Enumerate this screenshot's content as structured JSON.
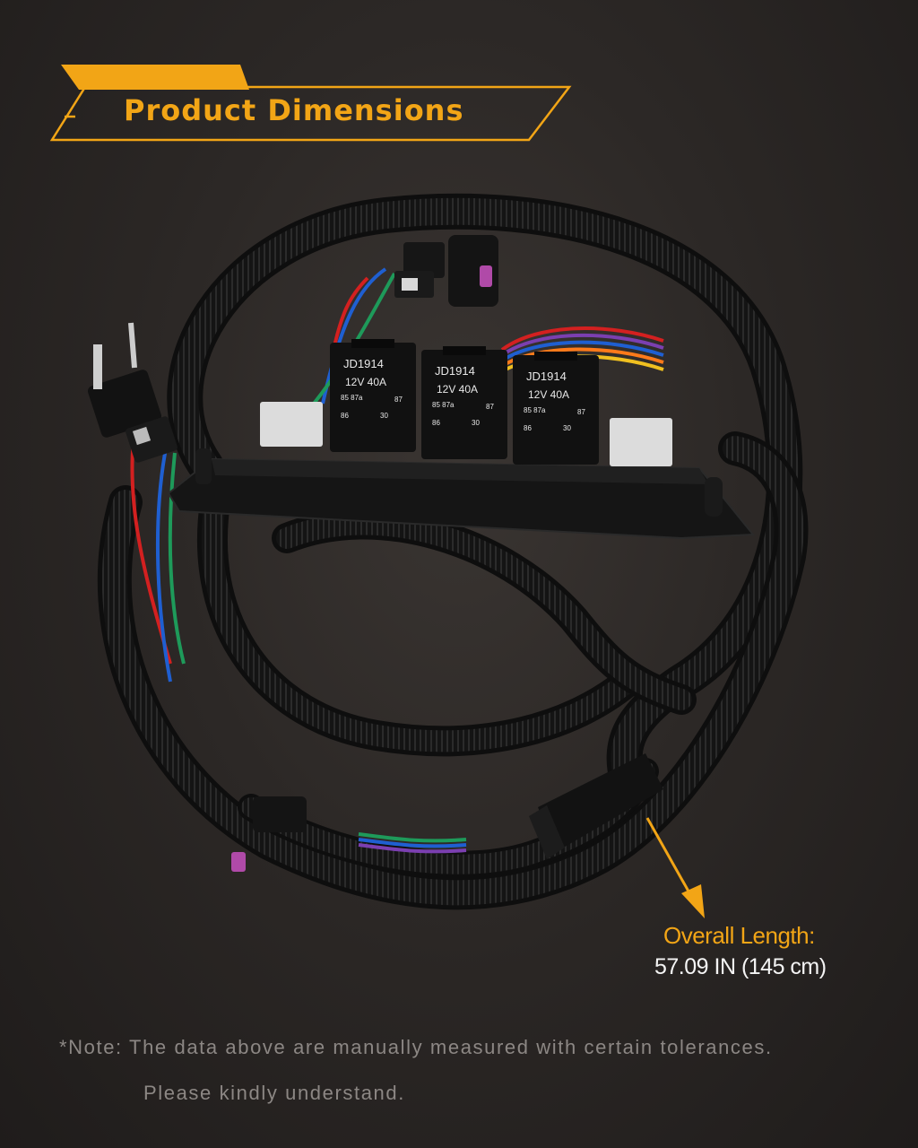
{
  "header": {
    "title": "Product Dimensions",
    "accent_color": "#f2a516"
  },
  "product": {
    "relays": [
      {
        "model": "JD1914",
        "rating": "12V  40A",
        "pins_top": "85 87a",
        "pin_87": "87",
        "pin_86": "86",
        "pin_30": "30"
      },
      {
        "model": "JD1914",
        "rating": "12V  40A",
        "pins_top": "85 87a",
        "pin_87": "87",
        "pin_86": "86",
        "pin_30": "30"
      },
      {
        "model": "JD1914",
        "rating": "12V  40A",
        "pins_top": "85 87a",
        "pin_87": "87",
        "pin_86": "86",
        "pin_30": "30"
      }
    ],
    "wire_colors": [
      "#d32020",
      "#1f5fd1",
      "#1e9a5a",
      "#f0c020",
      "#7b3fb0",
      "#ff7a1a"
    ]
  },
  "callout": {
    "label": "Overall Length:",
    "value": "57.09 IN (145 cm)",
    "arrow_color": "#f2a516"
  },
  "note": {
    "line1": "*Note: The data above are manually measured with certain tolerances.",
    "line2": "Please kindly understand."
  }
}
